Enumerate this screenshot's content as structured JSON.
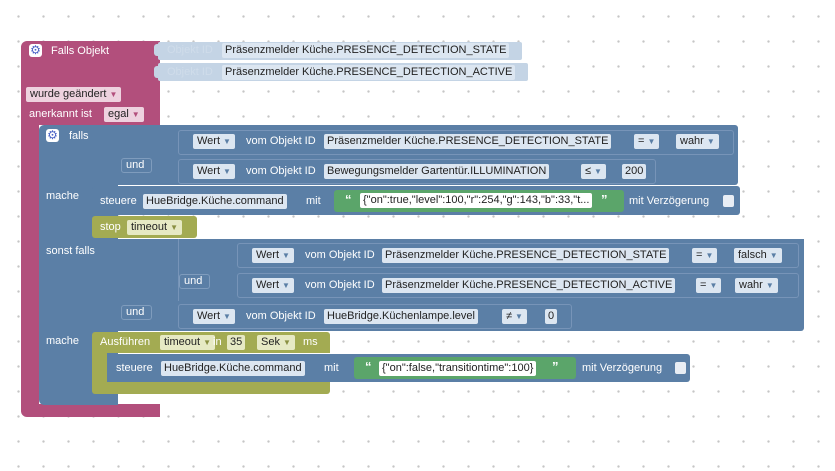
{
  "trigger": {
    "label": "Falls Objekt",
    "object_prefix": "Objekt ID",
    "objects": [
      "Präsenzmelder Küche.PRESENCE_DETECTION_STATE",
      "Präsenzmelder Küche.PRESENCE_DETECTION_ACTIVE"
    ],
    "change_mode": "wurde geändert",
    "ack_label": "anerkannt ist",
    "ack_value": "egal"
  },
  "if_block": {
    "label": "falls",
    "and_label": "und",
    "then_label": "mache",
    "elseif_label": "sonst falls",
    "then2_label": "mache"
  },
  "conditions": {
    "value_label": "Wert",
    "from_object": "vom Objekt ID",
    "c1": {
      "object": "Präsenzmelder Küche.PRESENCE_DETECTION_STATE",
      "op": "=",
      "value": "wahr"
    },
    "c2": {
      "object": "Bewegungsmelder Gartentür.ILLUMINATION",
      "op": "≤",
      "value": "200"
    },
    "c3": {
      "object": "Präsenzmelder Küche.PRESENCE_DETECTION_STATE",
      "op": "=",
      "value": "falsch"
    },
    "c4": {
      "object": "Präsenzmelder Küche.PRESENCE_DETECTION_ACTIVE",
      "op": "=",
      "value": "wahr"
    },
    "c5": {
      "object": "HueBridge.Küchenlampe.level",
      "op": "≠",
      "value": "0"
    }
  },
  "actions": {
    "control_label": "steuere",
    "with_label": "mit",
    "delay_label": "mit Verzögerung",
    "a1": {
      "object": "HueBridge.Küche.command",
      "value": "{\"on\":true,\"level\":100,\"r\":254,\"g\":143,\"b\":33,\"t..."
    },
    "stop_label": "stop",
    "stop_timer": "timeout",
    "run_label": "Ausführen",
    "run_timer": "timeout",
    "in_label": "in",
    "run_amount": "35",
    "run_unit": "Sek",
    "ms_label": "ms",
    "a2": {
      "object": "HueBridge.Küche.command",
      "value": "{\"on\":false,\"transitiontime\":100}"
    }
  }
}
